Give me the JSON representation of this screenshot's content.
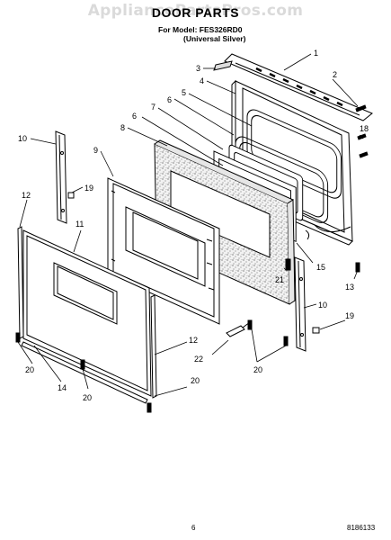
{
  "header": {
    "watermark": "AppliancePartsPros.com",
    "title": "DOOR PARTS",
    "model_line": "For Model: FES326RD0",
    "color_line": "(Universal Silver)"
  },
  "footer": {
    "page_number": "6",
    "doc_number": "8186133"
  },
  "callouts": [
    "1",
    "2",
    "3",
    "4",
    "5",
    "6",
    "6",
    "7",
    "8",
    "9",
    "10",
    "10",
    "11",
    "12",
    "12",
    "13",
    "14",
    "15",
    "18",
    "19",
    "19",
    "20",
    "20",
    "20",
    "20",
    "20",
    "21",
    "22"
  ]
}
